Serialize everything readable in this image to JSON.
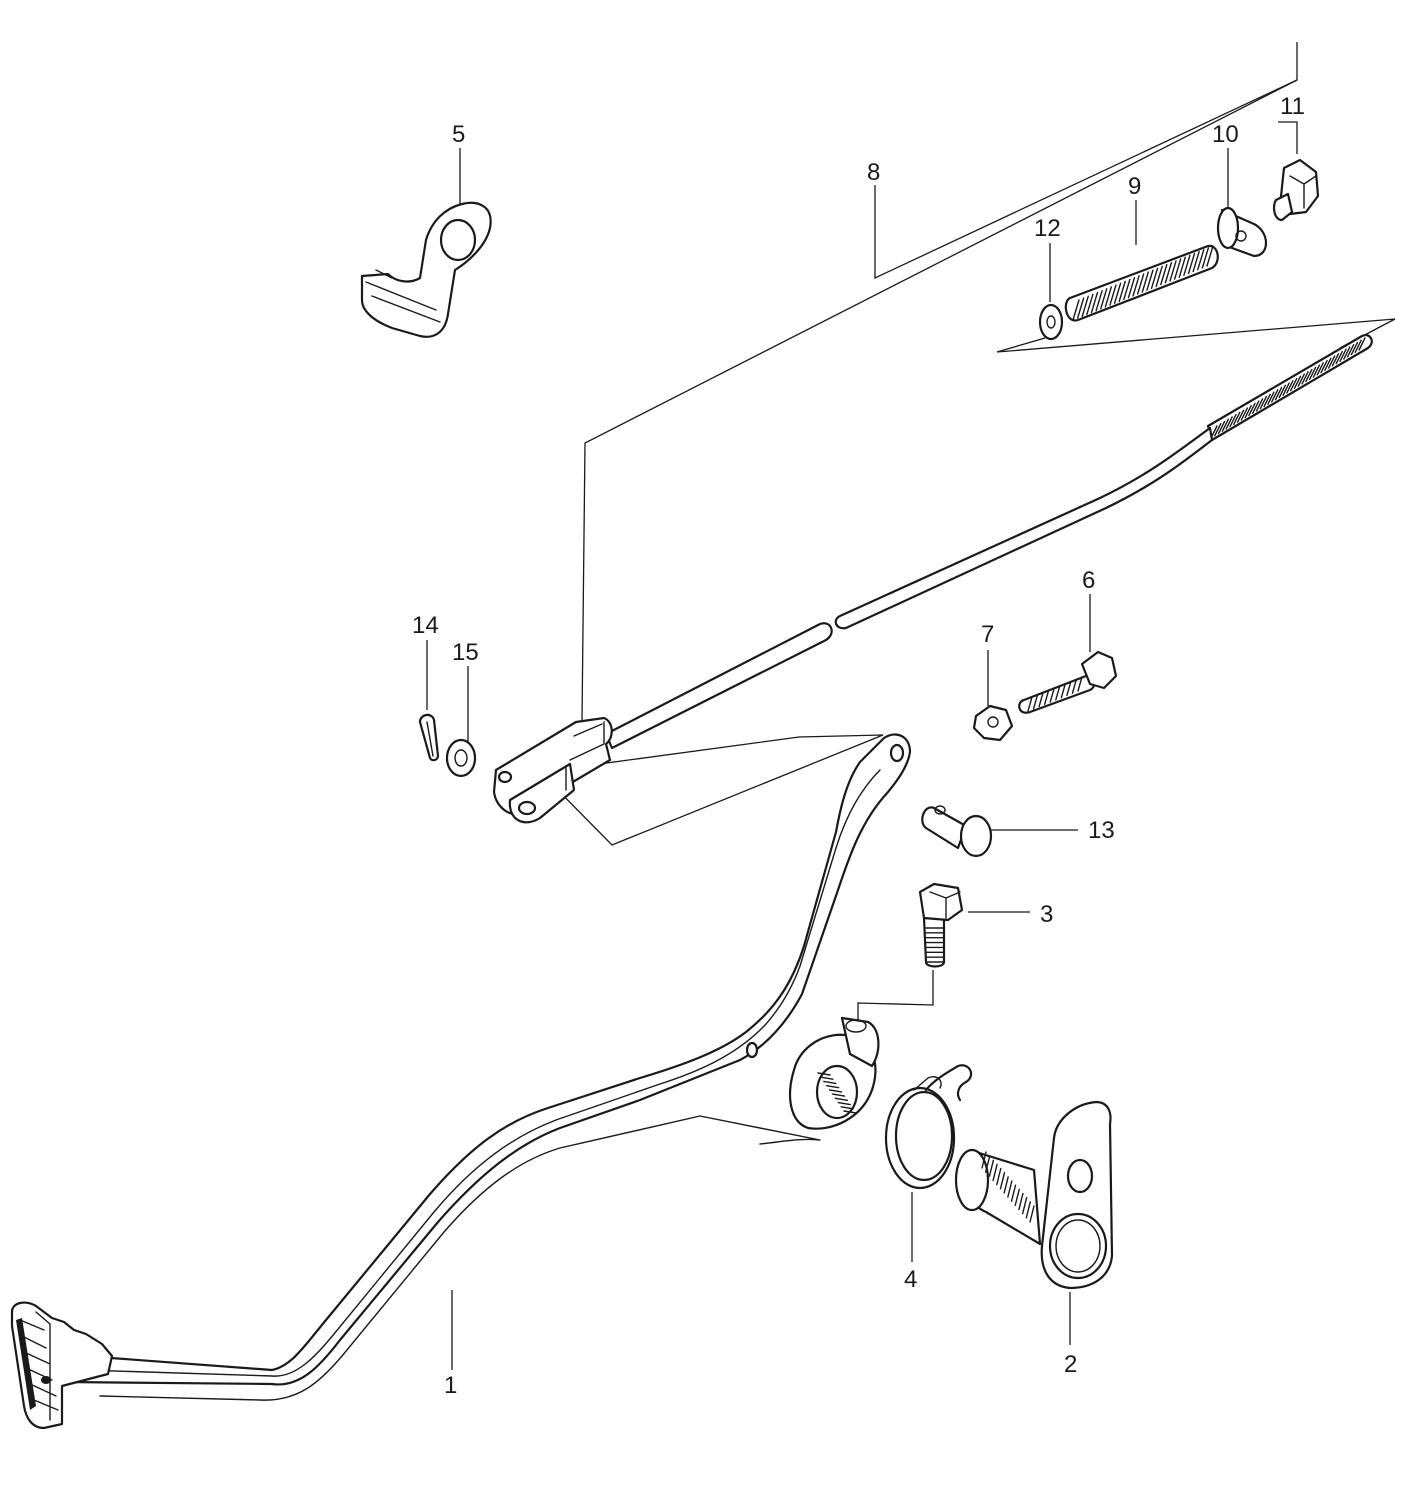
{
  "diagram": {
    "callouts": [
      {
        "id": "callout-1",
        "label": "1"
      },
      {
        "id": "callout-2",
        "label": "2"
      },
      {
        "id": "callout-3",
        "label": "3"
      },
      {
        "id": "callout-4",
        "label": "4"
      },
      {
        "id": "callout-5",
        "label": "5"
      },
      {
        "id": "callout-6",
        "label": "6"
      },
      {
        "id": "callout-7",
        "label": "7"
      },
      {
        "id": "callout-8",
        "label": "8"
      },
      {
        "id": "callout-9",
        "label": "9"
      },
      {
        "id": "callout-10",
        "label": "10"
      },
      {
        "id": "callout-11",
        "label": "11"
      },
      {
        "id": "callout-12",
        "label": "12"
      },
      {
        "id": "callout-13",
        "label": "13"
      },
      {
        "id": "callout-14",
        "label": "14"
      },
      {
        "id": "callout-15",
        "label": "15"
      }
    ]
  }
}
